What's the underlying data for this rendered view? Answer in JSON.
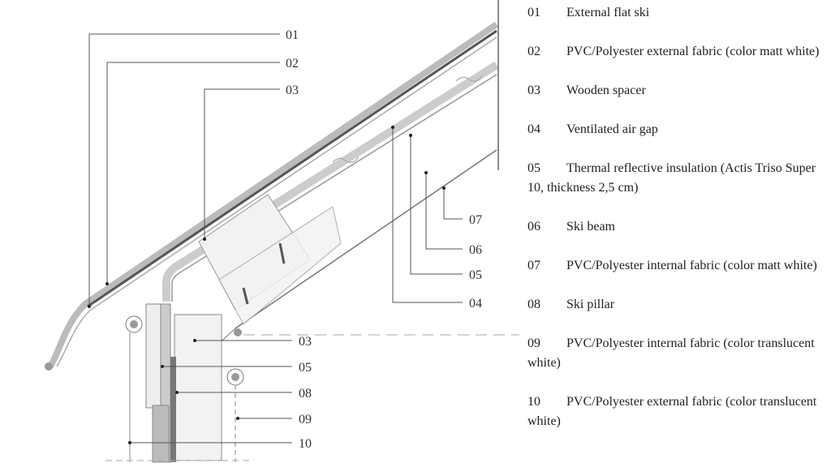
{
  "callouts": {
    "top_left": [
      "01",
      "02",
      "03"
    ],
    "right": [
      "07",
      "06",
      "05",
      "04"
    ],
    "bottom": [
      "03",
      "05",
      "08",
      "09",
      "10"
    ]
  },
  "legend": [
    {
      "num": "01",
      "text": "External flat ski"
    },
    {
      "num": "02",
      "text": "PVC/Polyester external fabric (color matt white)"
    },
    {
      "num": "03",
      "text": "Wooden spacer"
    },
    {
      "num": "04",
      "text": "Ventilated air gap"
    },
    {
      "num": "05",
      "text": "Thermal reflective insulation (Actis Triso Super 10, thickness 2,5 cm)"
    },
    {
      "num": "06",
      "text": "Ski beam"
    },
    {
      "num": "07",
      "text": "PVC/Polyester internal fabric (color matt white)"
    },
    {
      "num": "08",
      "text": "Ski pillar"
    },
    {
      "num": "09",
      "text": "PVC/Polyester internal fabric (color translucent white)"
    },
    {
      "num": "10",
      "text": "PVC/Polyester external fabric (color translucent white)"
    }
  ]
}
